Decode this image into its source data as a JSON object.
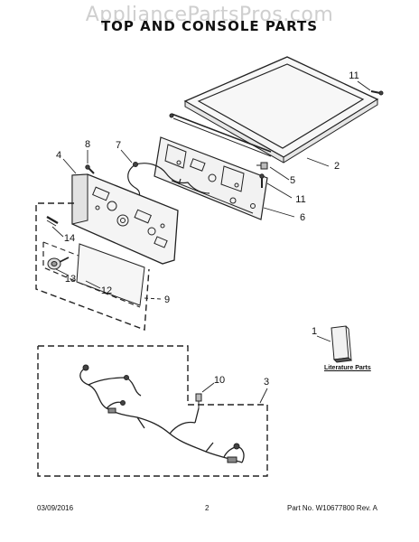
{
  "watermark": "AppliancePartsPros.com",
  "title": "TOP AND CONSOLE PARTS",
  "callouts": [
    "11",
    "8",
    "7",
    "4",
    "5",
    "2",
    "11",
    "6",
    "14",
    "13",
    "12",
    "9",
    "1",
    "10",
    "3"
  ],
  "literature_label": "Literature Parts",
  "footer": {
    "date": "03/09/2016",
    "page": "2",
    "part_no": "Part No. W10677800  Rev. A"
  },
  "colors": {
    "line": "#222222",
    "light_fill": "#f4f4f4",
    "watermark": "#cfcfcf"
  }
}
